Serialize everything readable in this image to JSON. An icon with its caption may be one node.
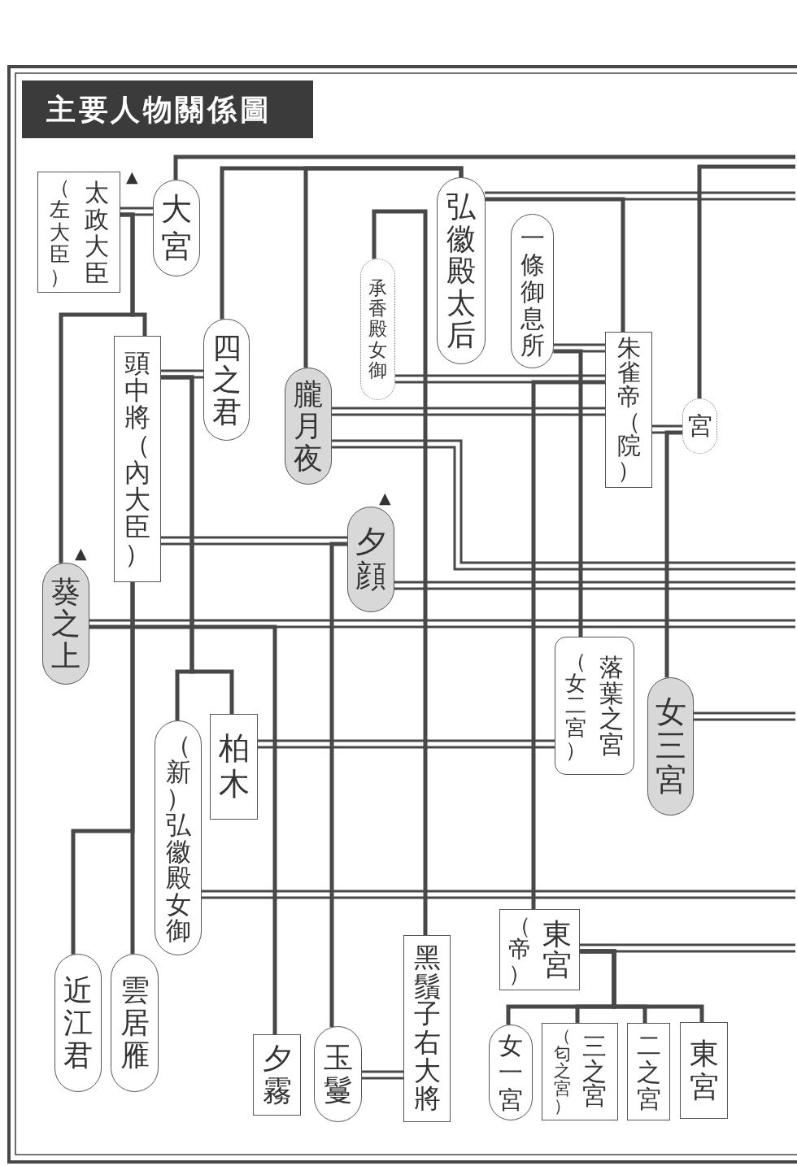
{
  "diagram": {
    "title": "主要人物關係圖",
    "nodes": [
      {
        "text": [
          "（左大臣）",
          "太政大臣"
        ],
        "beside": [
          "▲"
        ]
      },
      {
        "text": [
          "大宮"
        ]
      },
      {
        "text": [
          "弘徽殿太后"
        ]
      },
      {
        "text": [
          "承香殿女御"
        ]
      },
      {
        "text": [
          "一條御息所"
        ]
      },
      {
        "text": [
          "四之君"
        ]
      },
      {
        "text": [
          "頭中將（內大臣）"
        ]
      },
      {
        "text": [
          "朧月夜"
        ]
      },
      {
        "text": [
          "朱雀帝（院）"
        ]
      },
      {
        "text": [
          "宮"
        ]
      },
      {
        "text": [
          "夕顔"
        ],
        "beside": [
          "▲"
        ]
      },
      {
        "text": [
          "葵之上"
        ],
        "beside": [
          "▲"
        ]
      },
      {
        "text": [
          "（女二宮）",
          "落葉之宮"
        ]
      },
      {
        "text": [
          "女三宮"
        ]
      },
      {
        "text": [
          "柏木"
        ]
      },
      {
        "text": [
          "（新）弘徽殿女御"
        ]
      },
      {
        "text": [
          "（帝）",
          "東宮"
        ]
      },
      {
        "text": [
          "近江君"
        ]
      },
      {
        "text": [
          "雲居雁"
        ]
      },
      {
        "text": [
          "黑鬚子右大將"
        ]
      },
      {
        "text": [
          "夕霧"
        ]
      },
      {
        "text": [
          "玉鬘"
        ]
      },
      {
        "text": [
          "女一宮"
        ]
      },
      {
        "text": [
          "（匂之宮）",
          "三之宮"
        ]
      },
      {
        "text": [
          "二之宮"
        ]
      },
      {
        "text": [
          "東宮"
        ]
      }
    ],
    "edges": [
      {
        "from": 0,
        "to": 1,
        "arrow": "none",
        "style": "thick"
      },
      {
        "from": 0,
        "to": 11,
        "arrow": "none"
      },
      {
        "from": 0,
        "to": 6,
        "arrow": "none"
      },
      {
        "from": 1,
        "to": null,
        "arrow": "none"
      },
      {
        "from": 2,
        "to": 5,
        "arrow": "none"
      },
      {
        "from": 2,
        "to": 7,
        "arrow": "none"
      },
      {
        "from": 2,
        "to": null,
        "arrow": "none",
        "style": "thick"
      },
      {
        "from": 2,
        "to": 8,
        "arrow": "none"
      },
      {
        "from": 3,
        "to": 19,
        "arrow": "none"
      },
      {
        "from": 3,
        "to": 8,
        "arrow": "none",
        "style": "thick"
      },
      {
        "from": 8,
        "to": 16,
        "arrow": "none"
      },
      {
        "from": 4,
        "to": 8,
        "arrow": "none",
        "style": "thick"
      },
      {
        "from": 4,
        "to": 12,
        "arrow": "none"
      },
      {
        "from": 6,
        "to": 5,
        "arrow": "none",
        "style": "thick"
      },
      {
        "from": 6,
        "to": 15,
        "arrow": "none"
      },
      {
        "from": 6,
        "to": 14,
        "arrow": "none"
      },
      {
        "from": 6,
        "to": 10,
        "arrow": "none",
        "style": "thick"
      },
      {
        "from": 10,
        "to": 21,
        "arrow": "none"
      },
      {
        "from": 6,
        "to": 17,
        "arrow": "none"
      },
      {
        "from": 6,
        "to": 18,
        "arrow": "none"
      },
      {
        "from": 7,
        "to": 8,
        "arrow": "none",
        "style": "thick"
      },
      {
        "from": 7,
        "to": null,
        "arrow": "none",
        "style": "thick"
      },
      {
        "from": 8,
        "to": 9,
        "arrow": "none",
        "style": "thick"
      },
      {
        "from": 9,
        "to": 13,
        "arrow": "none"
      },
      {
        "from": 9,
        "to": null,
        "arrow": "none"
      },
      {
        "from": 10,
        "to": null,
        "arrow": "none",
        "style": "thick"
      },
      {
        "from": 11,
        "to": null,
        "arrow": "none",
        "style": "thick"
      },
      {
        "from": 11,
        "to": 20,
        "arrow": "none"
      },
      {
        "from": 14,
        "to": 12,
        "arrow": "none",
        "style": "thick"
      },
      {
        "from": 13,
        "to": null,
        "arrow": "none",
        "style": "thick"
      },
      {
        "from": 15,
        "to": null,
        "arrow": "none",
        "style": "thick"
      },
      {
        "from": 16,
        "to": null,
        "arrow": "none",
        "style": "thick"
      },
      {
        "from": 16,
        "to": 22,
        "arrow": "none"
      },
      {
        "from": 16,
        "to": 23,
        "arrow": "none"
      },
      {
        "from": 16,
        "to": 24,
        "arrow": "none"
      },
      {
        "from": 16,
        "to": 25,
        "arrow": "none"
      },
      {
        "from": 21,
        "to": 19,
        "arrow": "none",
        "style": "thick"
      }
    ]
  }
}
